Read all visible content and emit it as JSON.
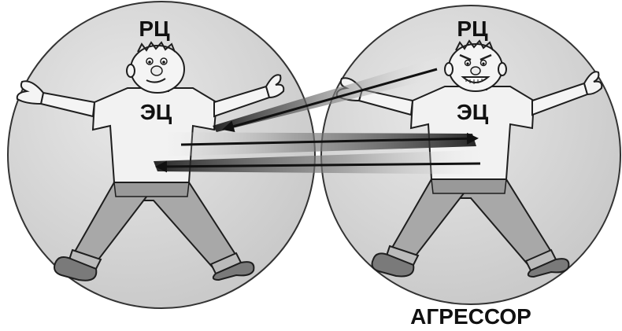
{
  "left_figure": {
    "head_label": "РЦ",
    "body_label": "ЭЦ"
  },
  "right_figure": {
    "head_label": "РЦ",
    "body_label": "ЭЦ",
    "caption": "АГРЕССОР"
  },
  "colors": {
    "sphere_fill": "#dcdcdc",
    "sphere_stroke": "#333333",
    "shirt": "#f2f2f2",
    "pants": "#a8a8a8",
    "shoes": "#7a7a7a",
    "skin": "#f4f4f4",
    "arrow": "#1a1a1a",
    "outline": "#1e1e1e"
  }
}
